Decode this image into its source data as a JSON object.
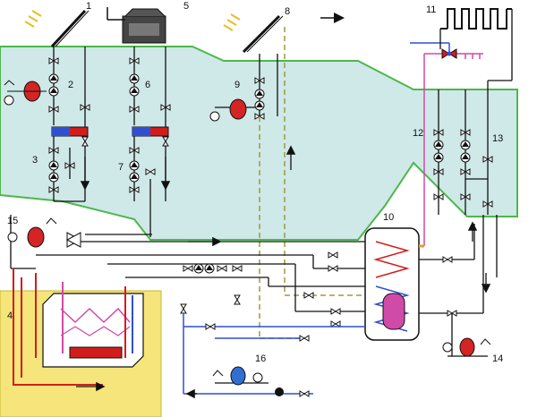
{
  "labels": {
    "l1": "1",
    "l2": "2",
    "l3": "3",
    "l4": "4",
    "l5": "5",
    "l6": "6",
    "l7": "7",
    "l8": "8",
    "l9": "9",
    "l10": "10",
    "l11": "11",
    "l12": "12",
    "l13": "13",
    "l14": "14",
    "l15": "15",
    "l16": "16"
  },
  "colors": {
    "zone_fill": "#cfe8e8",
    "zone_border": "#4bb84b",
    "ground_fill": "#f5e57a",
    "pipe_black": "#222222",
    "pipe_red": "#d21d1d",
    "pipe_blue": "#2f4fd0",
    "pipe_pink": "#d04aa8",
    "pipe_dashed": "#9c9c3a",
    "expansion_red": "#d42424",
    "expansion_blue": "#2f6fd0"
  }
}
